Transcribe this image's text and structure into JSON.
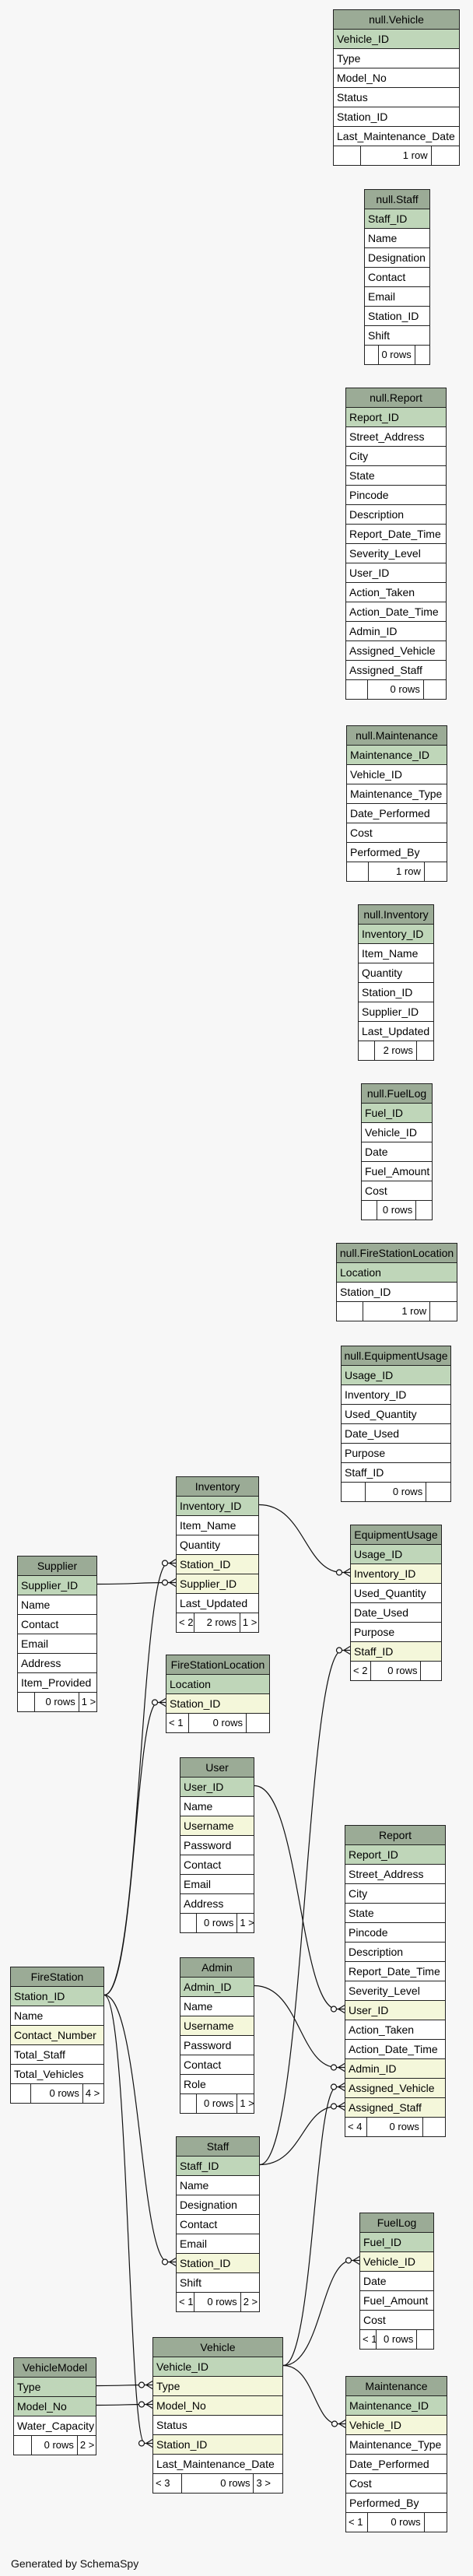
{
  "generated_by": "Generated by SchemaSpy",
  "tables": [
    {
      "key": "null_vehicle",
      "title": "null.Vehicle",
      "rows": [
        {
          "t": "Vehicle_ID",
          "k": "pk"
        },
        {
          "t": "Type"
        },
        {
          "t": "Model_No"
        },
        {
          "t": "Status"
        },
        {
          "t": "Station_ID"
        },
        {
          "t": "Last_Maintenance_Date"
        }
      ],
      "footer": [
        "",
        "1 row",
        ""
      ]
    },
    {
      "key": "null_staff",
      "title": "null.Staff",
      "rows": [
        {
          "t": "Staff_ID",
          "k": "pk"
        },
        {
          "t": "Name"
        },
        {
          "t": "Designation"
        },
        {
          "t": "Contact"
        },
        {
          "t": "Email"
        },
        {
          "t": "Station_ID"
        },
        {
          "t": "Shift"
        }
      ],
      "footer": [
        "",
        "0 rows",
        ""
      ]
    },
    {
      "key": "null_report",
      "title": "null.Report",
      "rows": [
        {
          "t": "Report_ID",
          "k": "pk"
        },
        {
          "t": "Street_Address"
        },
        {
          "t": "City"
        },
        {
          "t": "State"
        },
        {
          "t": "Pincode"
        },
        {
          "t": "Description"
        },
        {
          "t": "Report_Date_Time"
        },
        {
          "t": "Severity_Level"
        },
        {
          "t": "User_ID"
        },
        {
          "t": "Action_Taken"
        },
        {
          "t": "Action_Date_Time"
        },
        {
          "t": "Admin_ID"
        },
        {
          "t": "Assigned_Vehicle"
        },
        {
          "t": "Assigned_Staff"
        }
      ],
      "footer": [
        "",
        "0 rows",
        ""
      ]
    },
    {
      "key": "null_maintenance",
      "title": "null.Maintenance",
      "rows": [
        {
          "t": "Maintenance_ID",
          "k": "pk"
        },
        {
          "t": "Vehicle_ID"
        },
        {
          "t": "Maintenance_Type"
        },
        {
          "t": "Date_Performed"
        },
        {
          "t": "Cost"
        },
        {
          "t": "Performed_By"
        }
      ],
      "footer": [
        "",
        "1 row",
        ""
      ]
    },
    {
      "key": "null_inventory",
      "title": "null.Inventory",
      "rows": [
        {
          "t": "Inventory_ID",
          "k": "pk"
        },
        {
          "t": "Item_Name"
        },
        {
          "t": "Quantity"
        },
        {
          "t": "Station_ID"
        },
        {
          "t": "Supplier_ID"
        },
        {
          "t": "Last_Updated"
        }
      ],
      "footer": [
        "",
        "2 rows",
        ""
      ]
    },
    {
      "key": "null_fuellog",
      "title": "null.FuelLog",
      "rows": [
        {
          "t": "Fuel_ID",
          "k": "pk"
        },
        {
          "t": "Vehicle_ID"
        },
        {
          "t": "Date"
        },
        {
          "t": "Fuel_Amount"
        },
        {
          "t": "Cost"
        }
      ],
      "footer": [
        "",
        "0 rows",
        ""
      ]
    },
    {
      "key": "null_fsl",
      "title": "null.FireStationLocation",
      "rows": [
        {
          "t": "Location",
          "k": "pk"
        },
        {
          "t": "Station_ID"
        }
      ],
      "footer": [
        "",
        "1 row",
        ""
      ]
    },
    {
      "key": "null_equsage",
      "title": "null.EquipmentUsage",
      "rows": [
        {
          "t": "Usage_ID",
          "k": "pk"
        },
        {
          "t": "Inventory_ID"
        },
        {
          "t": "Used_Quantity"
        },
        {
          "t": "Date_Used"
        },
        {
          "t": "Purpose"
        },
        {
          "t": "Staff_ID"
        }
      ],
      "footer": [
        "",
        "0 rows",
        ""
      ]
    },
    {
      "key": "inventory",
      "title": "Inventory",
      "rows": [
        {
          "t": "Inventory_ID",
          "k": "pk"
        },
        {
          "t": "Item_Name"
        },
        {
          "t": "Quantity"
        },
        {
          "t": "Station_ID",
          "k": "fk"
        },
        {
          "t": "Supplier_ID",
          "k": "fk"
        },
        {
          "t": "Last_Updated"
        }
      ],
      "footer": [
        "< 2",
        "2 rows",
        "1 >"
      ]
    },
    {
      "key": "equipmentusage",
      "title": "EquipmentUsage",
      "rows": [
        {
          "t": "Usage_ID",
          "k": "pk"
        },
        {
          "t": "Inventory_ID",
          "k": "fk"
        },
        {
          "t": "Used_Quantity"
        },
        {
          "t": "Date_Used"
        },
        {
          "t": "Purpose"
        },
        {
          "t": "Staff_ID",
          "k": "fk"
        }
      ],
      "footer": [
        "< 2",
        "0 rows",
        ""
      ]
    },
    {
      "key": "supplier",
      "title": "Supplier",
      "rows": [
        {
          "t": "Supplier_ID",
          "k": "pk"
        },
        {
          "t": "Name"
        },
        {
          "t": "Contact"
        },
        {
          "t": "Email"
        },
        {
          "t": "Address"
        },
        {
          "t": "Item_Provided"
        }
      ],
      "footer": [
        "",
        "0 rows",
        "1 >"
      ]
    },
    {
      "key": "firestationlocation",
      "title": "FireStationLocation",
      "rows": [
        {
          "t": "Location",
          "k": "pk"
        },
        {
          "t": "Station_ID",
          "k": "fk"
        }
      ],
      "footer": [
        "< 1",
        "0 rows",
        ""
      ]
    },
    {
      "key": "user",
      "title": "User",
      "rows": [
        {
          "t": "User_ID",
          "k": "pk"
        },
        {
          "t": "Name"
        },
        {
          "t": "Username",
          "k": "fk"
        },
        {
          "t": "Password"
        },
        {
          "t": "Contact"
        },
        {
          "t": "Email"
        },
        {
          "t": "Address"
        }
      ],
      "footer": [
        "",
        "0 rows",
        "1 >"
      ]
    },
    {
      "key": "report",
      "title": "Report",
      "rows": [
        {
          "t": "Report_ID",
          "k": "pk"
        },
        {
          "t": "Street_Address"
        },
        {
          "t": "City"
        },
        {
          "t": "State"
        },
        {
          "t": "Pincode"
        },
        {
          "t": "Description"
        },
        {
          "t": "Report_Date_Time"
        },
        {
          "t": "Severity_Level"
        },
        {
          "t": "User_ID",
          "k": "fk"
        },
        {
          "t": "Action_Taken"
        },
        {
          "t": "Action_Date_Time"
        },
        {
          "t": "Admin_ID",
          "k": "fk"
        },
        {
          "t": "Assigned_Vehicle",
          "k": "fk"
        },
        {
          "t": "Assigned_Staff",
          "k": "fk"
        }
      ],
      "footer": [
        "< 4",
        "0 rows",
        ""
      ]
    },
    {
      "key": "admin",
      "title": "Admin",
      "rows": [
        {
          "t": "Admin_ID",
          "k": "pk"
        },
        {
          "t": "Name"
        },
        {
          "t": "Username",
          "k": "fk"
        },
        {
          "t": "Password"
        },
        {
          "t": "Contact"
        },
        {
          "t": "Role"
        }
      ],
      "footer": [
        "",
        "0 rows",
        "1 >"
      ]
    },
    {
      "key": "firestation",
      "title": "FireStation",
      "rows": [
        {
          "t": "Station_ID",
          "k": "pk"
        },
        {
          "t": "Name"
        },
        {
          "t": "Contact_Number",
          "k": "fk"
        },
        {
          "t": "Total_Staff"
        },
        {
          "t": "Total_Vehicles"
        }
      ],
      "footer": [
        "",
        "0 rows",
        "4 >"
      ]
    },
    {
      "key": "staff",
      "title": "Staff",
      "rows": [
        {
          "t": "Staff_ID",
          "k": "pk"
        },
        {
          "t": "Name"
        },
        {
          "t": "Designation"
        },
        {
          "t": "Contact"
        },
        {
          "t": "Email"
        },
        {
          "t": "Station_ID",
          "k": "fk"
        },
        {
          "t": "Shift"
        }
      ],
      "footer": [
        "< 1",
        "0 rows",
        "2 >"
      ]
    },
    {
      "key": "fuellog",
      "title": "FuelLog",
      "rows": [
        {
          "t": "Fuel_ID",
          "k": "pk"
        },
        {
          "t": "Vehicle_ID",
          "k": "fk"
        },
        {
          "t": "Date"
        },
        {
          "t": "Fuel_Amount"
        },
        {
          "t": "Cost"
        }
      ],
      "footer": [
        "< 1",
        "0 rows",
        ""
      ]
    },
    {
      "key": "vehiclemodel",
      "title": "VehicleModel",
      "rows": [
        {
          "t": "Type",
          "k": "pk"
        },
        {
          "t": "Model_No",
          "k": "pk"
        },
        {
          "t": "Water_Capacity"
        }
      ],
      "footer": [
        "",
        "0 rows",
        "2 >"
      ]
    },
    {
      "key": "vehicle",
      "title": "Vehicle",
      "rows": [
        {
          "t": "Vehicle_ID",
          "k": "pk"
        },
        {
          "t": "Type",
          "k": "fk"
        },
        {
          "t": "Model_No",
          "k": "fk"
        },
        {
          "t": "Status"
        },
        {
          "t": "Station_ID",
          "k": "fk"
        },
        {
          "t": "Last_Maintenance_Date"
        }
      ],
      "footer": [
        "< 3",
        "0 rows",
        "3 >"
      ]
    },
    {
      "key": "maintenance",
      "title": "Maintenance",
      "rows": [
        {
          "t": "Maintenance_ID",
          "k": "pk"
        },
        {
          "t": "Vehicle_ID",
          "k": "fk"
        },
        {
          "t": "Maintenance_Type"
        },
        {
          "t": "Date_Performed"
        },
        {
          "t": "Cost"
        },
        {
          "t": "Performed_By"
        }
      ],
      "footer": [
        "< 1",
        "0 rows",
        ""
      ]
    }
  ],
  "relationships": [
    {
      "from": "inventory.Inventory_ID",
      "to": "equipmentusage.Inventory_ID"
    },
    {
      "from": "supplier.Supplier_ID",
      "to": "inventory.Supplier_ID"
    },
    {
      "from": "firestation.Station_ID",
      "to": "inventory.Station_ID"
    },
    {
      "from": "firestation.Station_ID",
      "to": "firestationlocation.Station_ID"
    },
    {
      "from": "firestation.Station_ID",
      "to": "staff.Station_ID"
    },
    {
      "from": "firestation.Station_ID",
      "to": "vehicle.Station_ID"
    },
    {
      "from": "user.User_ID",
      "to": "report.User_ID"
    },
    {
      "from": "admin.Admin_ID",
      "to": "report.Admin_ID"
    },
    {
      "from": "staff.Staff_ID",
      "to": "equipmentusage.Staff_ID"
    },
    {
      "from": "staff.Staff_ID",
      "to": "report.Assigned_Staff"
    },
    {
      "from": "vehicle.Vehicle_ID",
      "to": "report.Assigned_Vehicle"
    },
    {
      "from": "vehicle.Vehicle_ID",
      "to": "fuellog.Vehicle_ID"
    },
    {
      "from": "vehicle.Vehicle_ID",
      "to": "maintenance.Vehicle_ID"
    },
    {
      "from": "vehiclemodel.Type",
      "to": "vehicle.Type"
    },
    {
      "from": "vehiclemodel.Model_No",
      "to": "vehicle.Model_No"
    }
  ]
}
